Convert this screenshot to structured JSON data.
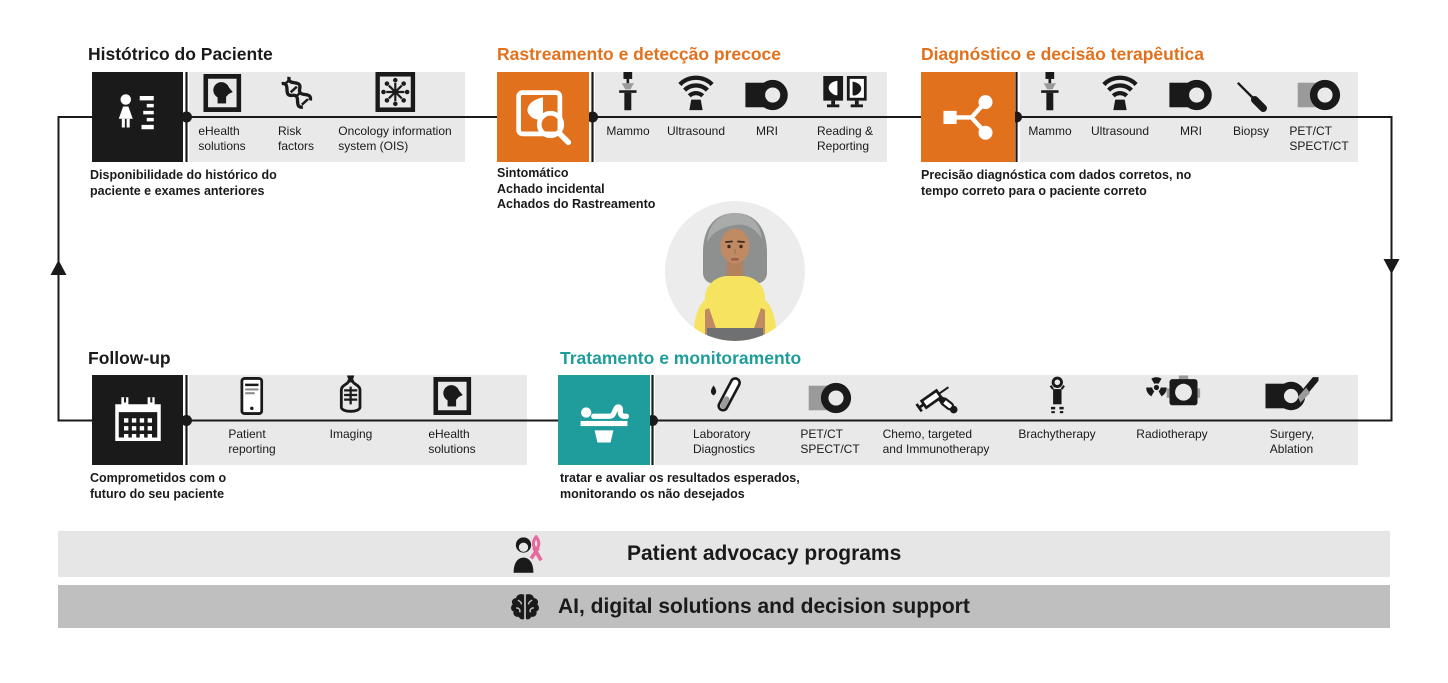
{
  "sections": [
    {
      "id": "patient-history",
      "title": "Histótrico do Paciente",
      "title_color": "#1a1a1a",
      "description": "Disponibilidade do histórico do\npaciente e exames anteriores",
      "items": [
        {
          "label": "eHealth\nsolutions",
          "icon": "ehealth-solutions-icon"
        },
        {
          "label": "Risk\nfactors",
          "icon": "dna-icon"
        },
        {
          "label": "Oncology information\nsystem (OIS)",
          "icon": "oncology-information-system-icon"
        }
      ]
    },
    {
      "id": "screening-early-detection",
      "title": "Rastreamento e detecção precoce",
      "title_color": "#E2711D",
      "description": "Sintomático\nAchado incidental\nAchados do Rastreamento",
      "items": [
        {
          "label": "Mammo",
          "icon": "mammography-icon"
        },
        {
          "label": "Ultrasound",
          "icon": "ultrasound-icon"
        },
        {
          "label": "MRI",
          "icon": "mri-scanner-icon"
        },
        {
          "label": "Reading &\nReporting",
          "icon": "reading-reporting-icon"
        }
      ]
    },
    {
      "id": "diagnosis-therapy-decision",
      "title": "Diagnóstico e decisão terapêutica",
      "title_color": "#E2711D",
      "description": "Precisão diagnóstica com dados corretos, no\ntempo correto para o paciente correto",
      "items": [
        {
          "label": "Mammo",
          "icon": "mammography-icon"
        },
        {
          "label": "Ultrasound",
          "icon": "ultrasound-icon"
        },
        {
          "label": "MRI",
          "icon": "mri-scanner-icon"
        },
        {
          "label": "Biopsy",
          "icon": "biopsy-needle-icon"
        },
        {
          "label": "PET/CT\nSPECT/CT",
          "icon": "petct-spectct-icon"
        }
      ]
    },
    {
      "id": "follow-up",
      "title": "Follow-up",
      "title_color": "#1a1a1a",
      "description": "Comprometidos com o\nfuturo do seu paciente",
      "items": [
        {
          "label": "Patient\nreporting",
          "icon": "smartphone-icon"
        },
        {
          "label": "Imaging",
          "icon": "torso-xray-icon"
        },
        {
          "label": "eHealth\nsolutions",
          "icon": "ehealth-solutions-icon"
        }
      ]
    },
    {
      "id": "treatment-monitoring",
      "title": "Tratamento e monitoramento",
      "title_color": "#1F9C9C",
      "description": "tratar e avaliar os resultados esperados,\nmonitorando os não desejados",
      "items": [
        {
          "label": "Laboratory\nDiagnostics",
          "icon": "test-tube-icon"
        },
        {
          "label": "PET/CT\nSPECT/CT",
          "icon": "petct-spectct-icon"
        },
        {
          "label": "Chemo, targeted\nand Immunotherapy",
          "icon": "syringe-pills-icon"
        },
        {
          "label": "Brachytherapy",
          "icon": "brachytherapy-icon"
        },
        {
          "label": "Radiotherapy",
          "icon": "radiotherapy-icon"
        },
        {
          "label": "Surgery,\nAblation",
          "icon": "surgery-ablation-icon"
        }
      ]
    }
  ],
  "bars": [
    {
      "label": "Patient advocacy programs",
      "icon": "patient-advocacy-ribbon-icon"
    },
    {
      "label": "AI, digital solutions and decision support",
      "icon": "brain-ai-icon"
    }
  ],
  "colors": {
    "orange": "#E2711D",
    "teal": "#1F9C9C",
    "block_black": "#1a1a1a",
    "strip_gray": "#E9E9E9",
    "bar1_bg": "#E6E6E6",
    "bar2_bg": "#BFBFBF",
    "ribbon_pink": "#E8679C",
    "connector_line": "#1a1a1a"
  }
}
